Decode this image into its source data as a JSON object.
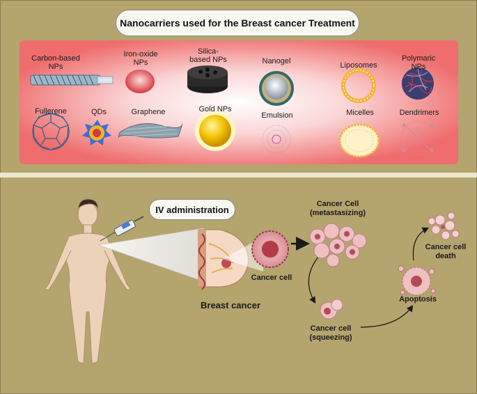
{
  "top_panel": {
    "title": "Nanocarriers used for the Breast cancer Treatment",
    "nanocarriers": [
      "Carbon-based\nNPs",
      "Iron-oxide\nNPs",
      "Silica-\nbased NPs",
      "Nanogel",
      "Liposomes",
      "Polymaric\nNPs",
      "Fullerene",
      "QDs",
      "Graphene",
      "Gold NPs",
      "Emulsion",
      "Micelles",
      "Dendrimers"
    ]
  },
  "bottom_panel": {
    "route_label": "IV administration",
    "breast_cancer_label": "Breast cancer",
    "cancer_cell_label": "Cancer cell",
    "metastasizing_label": "Cancer Cell\n(metastasizing)",
    "squeezing_label": "Cancer cell\n(squeezing)",
    "apoptosis_label": "Apoptosis",
    "death_label": "Cancer cell\ndeath"
  },
  "colors": {
    "background": "#b4a46e",
    "divider": "#e8e2c8",
    "nanocarrier_panel": "#f07676",
    "panel_glow": "#fde5e5",
    "title_pill": "#f7f8f2",
    "cancer_cell": "#e0a3a8",
    "body_skin": "#ecd2b8"
  }
}
